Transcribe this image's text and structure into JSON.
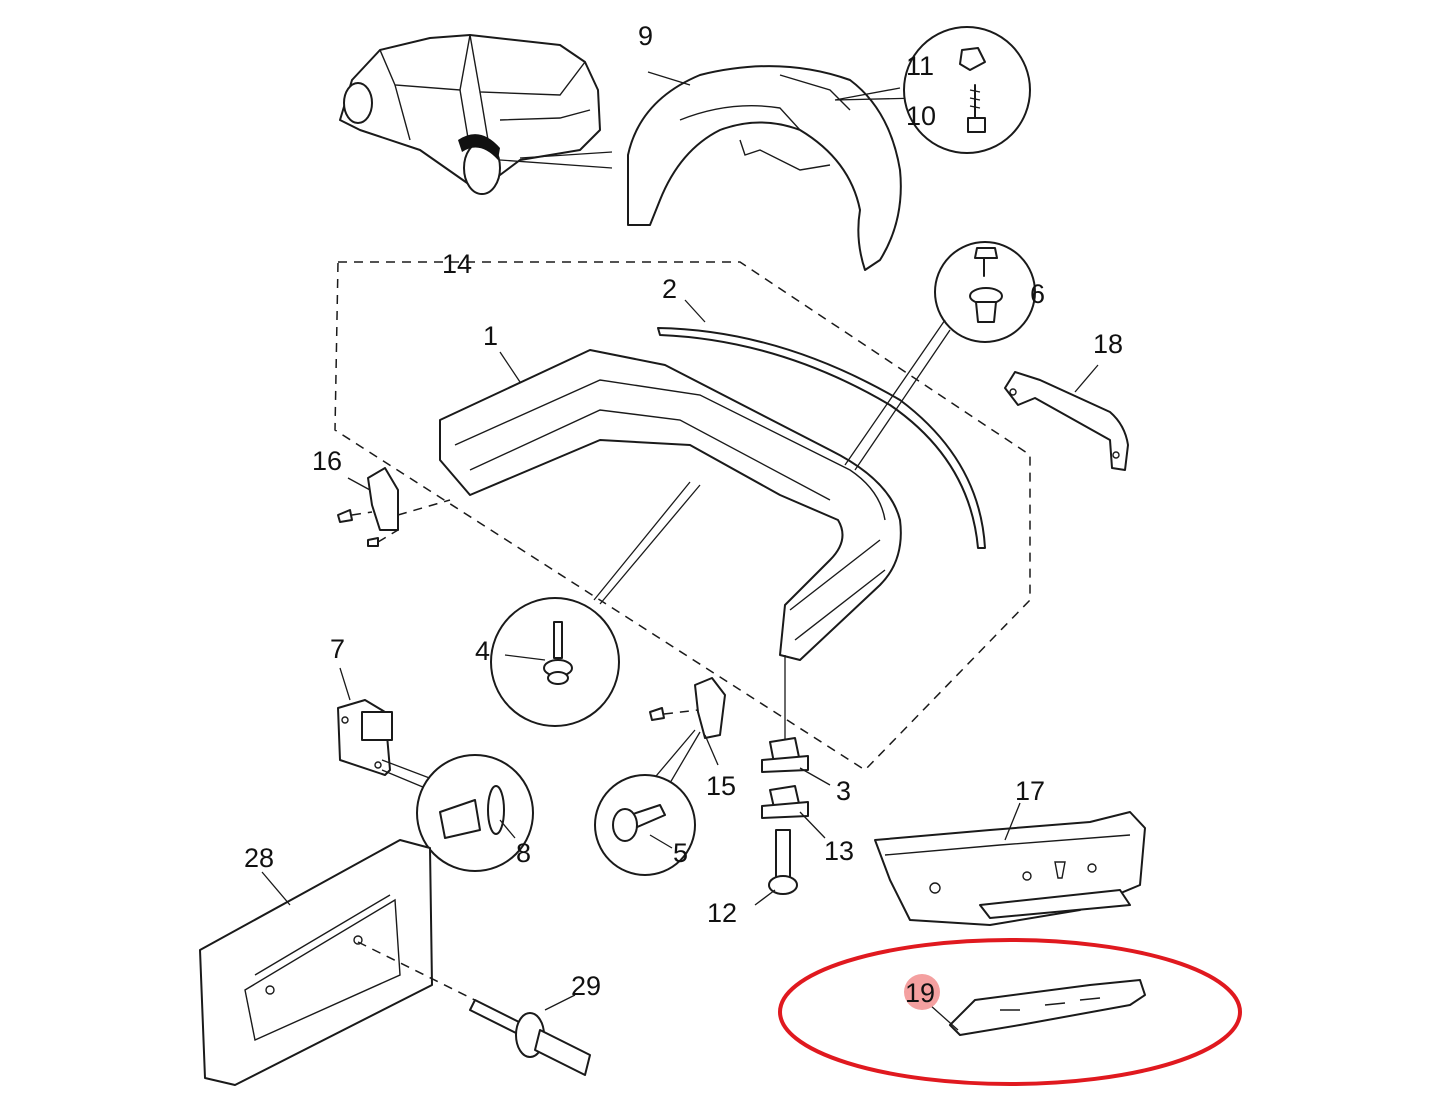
{
  "callouts": [
    {
      "id": "c1",
      "text": "1"
    },
    {
      "id": "c2",
      "text": "2"
    },
    {
      "id": "c3",
      "text": "3"
    },
    {
      "id": "c4",
      "text": "4"
    },
    {
      "id": "c5",
      "text": "5"
    },
    {
      "id": "c6",
      "text": "6"
    },
    {
      "id": "c7",
      "text": "7"
    },
    {
      "id": "c8",
      "text": "8"
    },
    {
      "id": "c9",
      "text": "9"
    },
    {
      "id": "c10",
      "text": "10"
    },
    {
      "id": "c11",
      "text": "11"
    },
    {
      "id": "c12",
      "text": "12"
    },
    {
      "id": "c13",
      "text": "13"
    },
    {
      "id": "c14",
      "text": "14"
    },
    {
      "id": "c15",
      "text": "15"
    },
    {
      "id": "c16",
      "text": "16"
    },
    {
      "id": "c17",
      "text": "17"
    },
    {
      "id": "c18",
      "text": "18"
    },
    {
      "id": "c19",
      "text": "19"
    },
    {
      "id": "c28",
      "text": "28"
    },
    {
      "id": "c29",
      "text": "29"
    }
  ],
  "highlight": {
    "part": "19",
    "ellipse_color": "#e0191f",
    "badge_color": "#f4a0a0"
  }
}
